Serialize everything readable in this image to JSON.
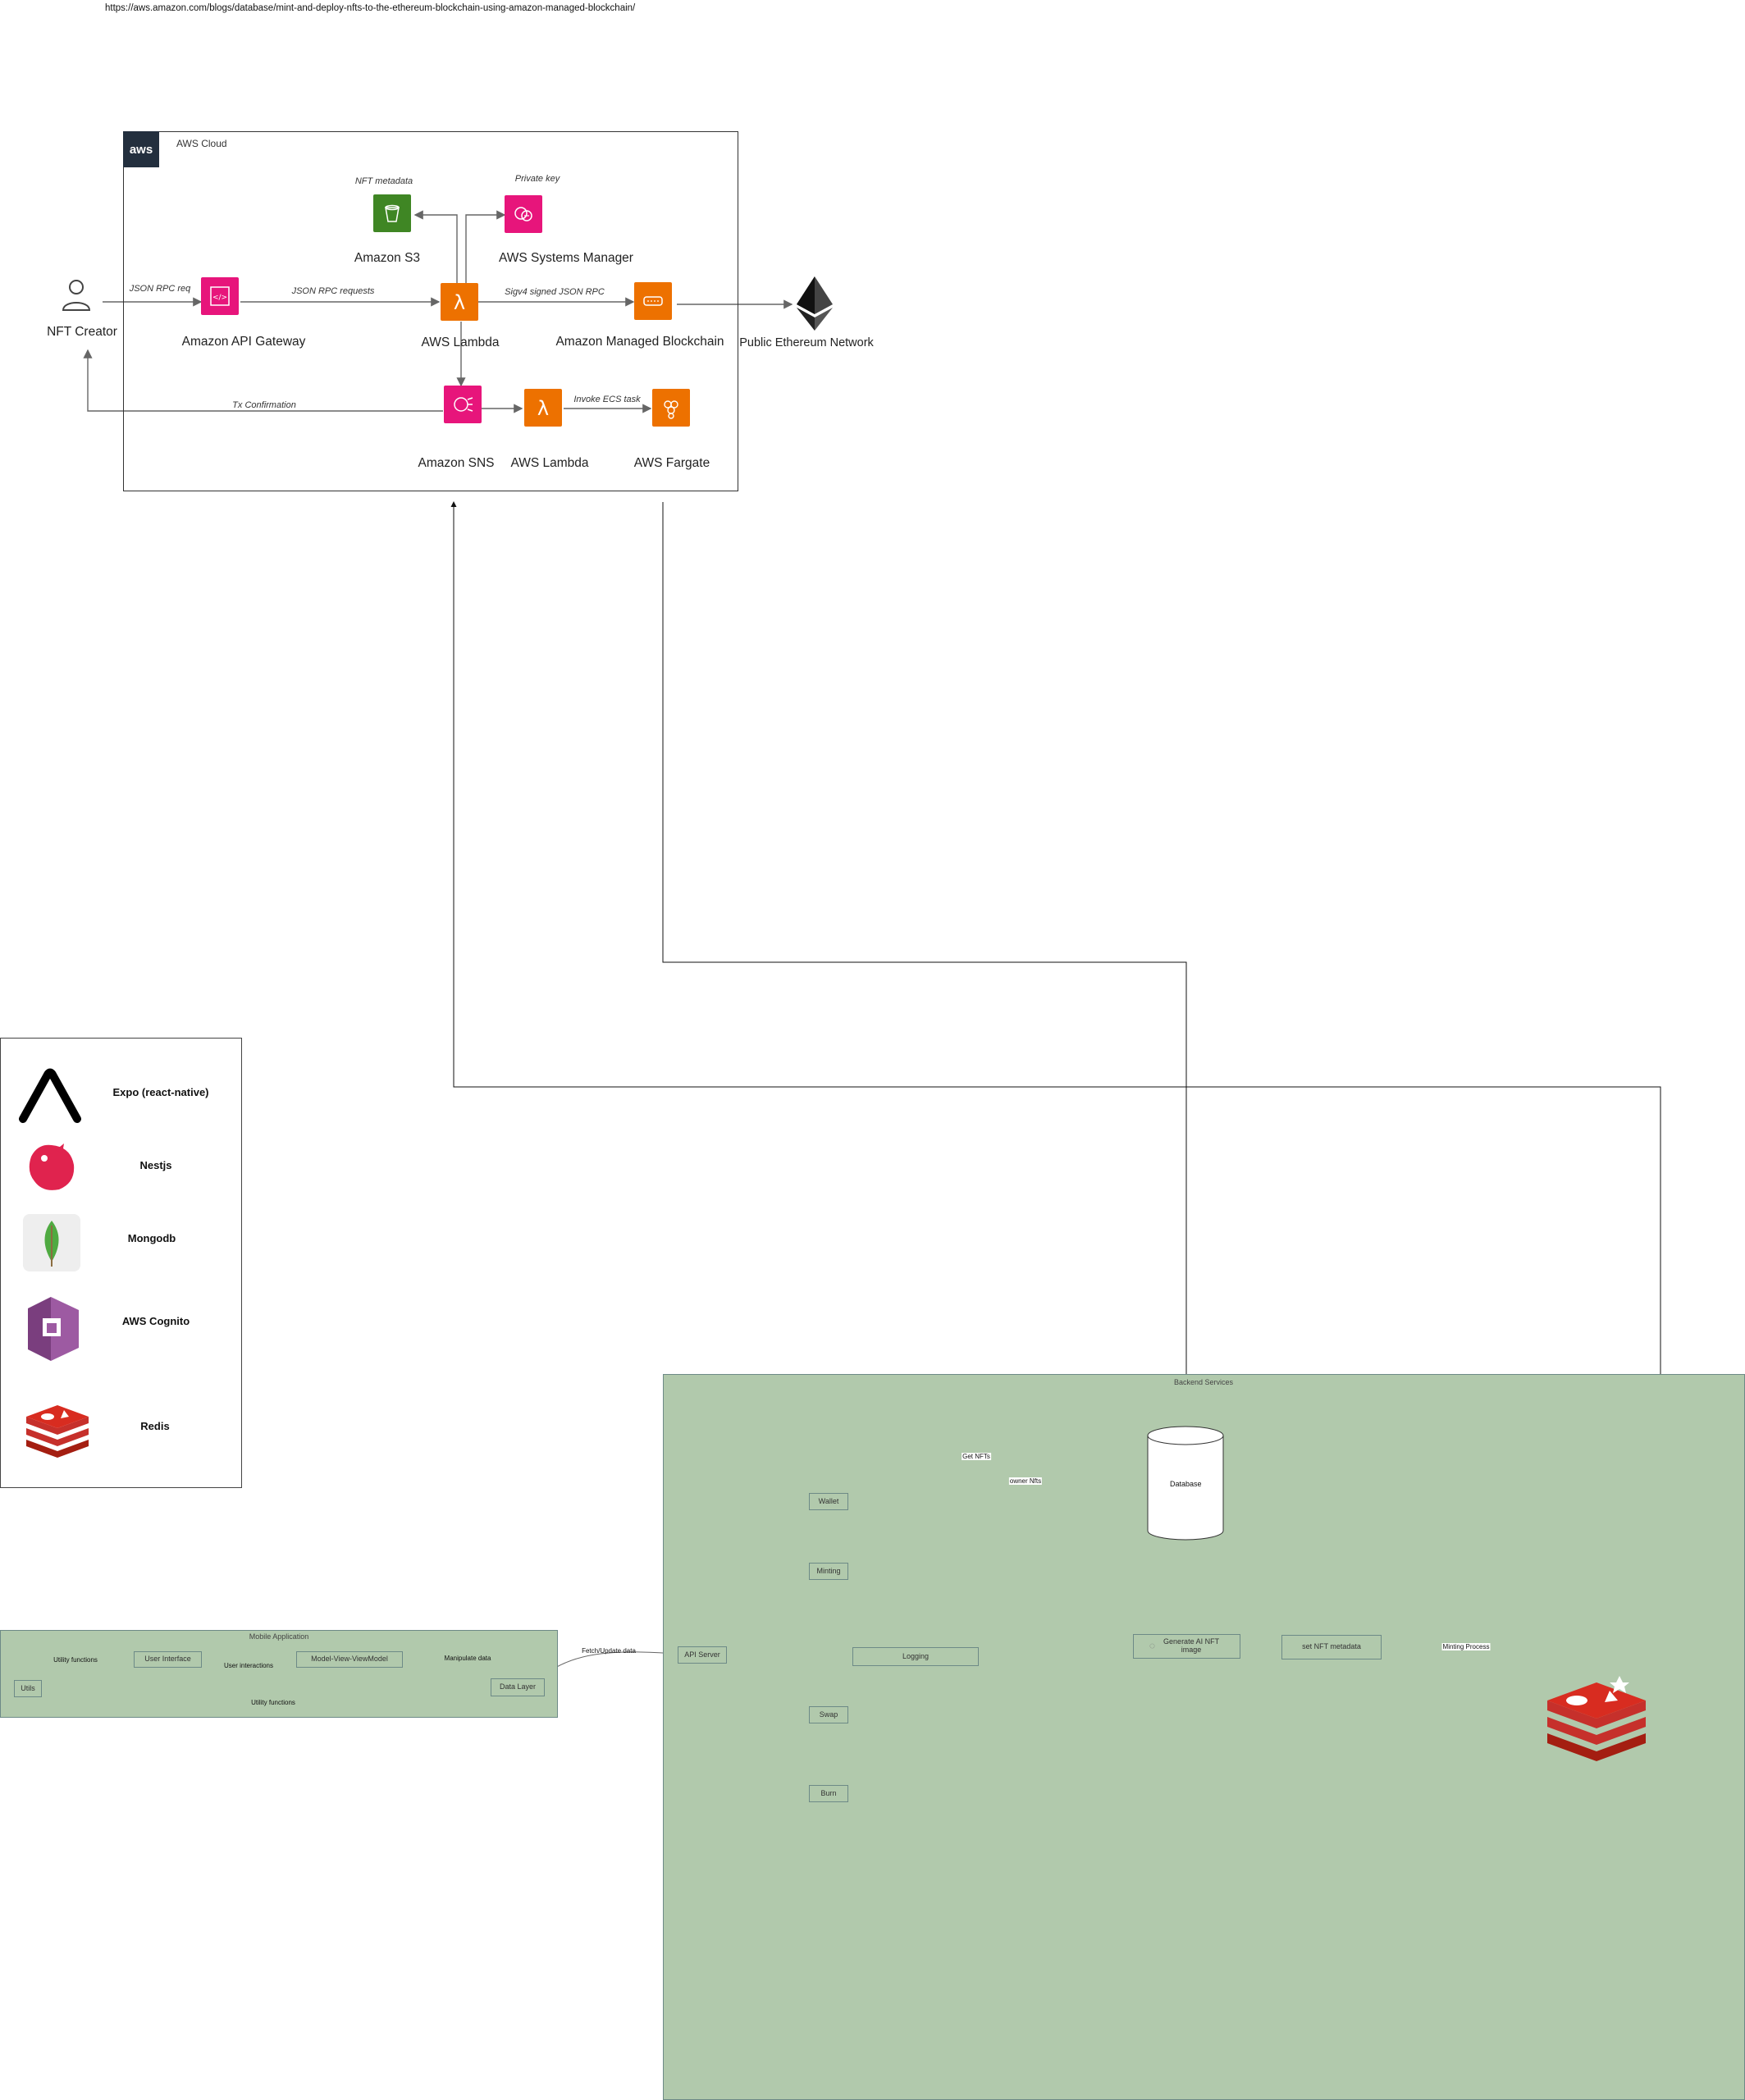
{
  "url": "https://aws.amazon.com/blogs/database/mint-and-deploy-nfts-to-the-ethereum-blockchain-using-amazon-managed-blockchain/",
  "aws": {
    "logo_text": "aws",
    "cloud_label": "AWS Cloud",
    "actor": "NFT Creator",
    "services": {
      "s3": "Amazon S3",
      "ssm": "AWS Systems Manager",
      "api_gateway": "Amazon API Gateway",
      "lambda_main": "AWS Lambda",
      "managed_blockchain": "Amazon Managed Blockchain",
      "ethereum": "Public Ethereum Network",
      "sns": "Amazon SNS",
      "lambda_second": "AWS Lambda",
      "fargate": "AWS Fargate"
    },
    "edges": {
      "nft_metadata": "NFT metadata",
      "private_key": "Private  key",
      "json_rpc_req": "JSON RPC req",
      "json_rpc_requests": "JSON RPC requests",
      "sigv4": "Sigv4 signed JSON RPC",
      "tx_confirmation": "Tx Confirmation",
      "invoke_ecs": "Invoke ECS task"
    },
    "colors": {
      "storage": "#3f8624",
      "management": "#e7157b",
      "compute": "#ed7100",
      "integration": "#e7157b",
      "networking": "#e7157b"
    }
  },
  "legend": {
    "items": [
      {
        "label": "Expo (react-native)",
        "icon": "expo-icon"
      },
      {
        "label": "Nestjs",
        "icon": "nestjs-icon"
      },
      {
        "label": "Mongodb",
        "icon": "mongodb-icon"
      },
      {
        "label": "AWS Cognito",
        "icon": "cognito-icon"
      },
      {
        "label": "Redis",
        "icon": "redis-icon"
      }
    ]
  },
  "mobile": {
    "title": "Mobile Application",
    "nodes": {
      "utils": "Utils",
      "ui": "User Interface",
      "mvvm": "Model-View-ViewModel",
      "data_layer": "Data Layer"
    },
    "edges": {
      "utility_top": "Utility functions",
      "user_interactions": "User interactions",
      "manipulate": "Manipulate data",
      "utility_bottom": "Utility functions",
      "fetch_update": "Fetch/Update data"
    }
  },
  "backend": {
    "title": "Backend Services",
    "nodes": {
      "api_server": "API Server",
      "wallet": "Wallet",
      "minting": "Minting",
      "logging": "Logging",
      "swap": "Swap",
      "burn": "Burn",
      "database": "Database",
      "generate_ai": "Generate AI NFT image",
      "set_metadata": "set NFT metadata"
    },
    "edges": {
      "get_nfts": "Get NFTs",
      "owner_nfts": "owner Nfts",
      "minting_process": "Minting Process"
    },
    "colors": {
      "region_fill": "#b1c9ac",
      "region_border": "#6d8a87",
      "redis": "#c6302b"
    }
  }
}
